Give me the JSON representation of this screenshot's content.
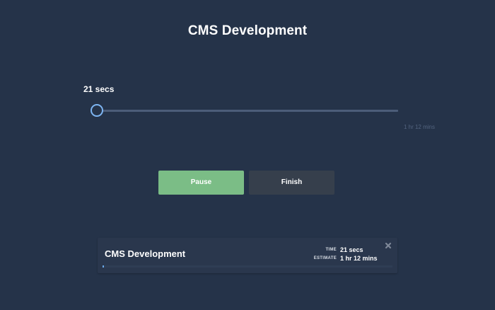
{
  "task": {
    "title": "CMS Development",
    "elapsed": "21 secs",
    "estimate": "1 hr 12 mins",
    "progress_fraction": 0.005
  },
  "controls": {
    "pause_label": "Pause",
    "finish_label": "Finish"
  },
  "card": {
    "title": "CMS Development",
    "time_key": "TIME",
    "time_value": "21 secs",
    "estimate_key": "ESTIMATE",
    "estimate_value": "1 hr 12 mins",
    "close_icon": "close-icon"
  },
  "colors": {
    "background": "#253349",
    "accent": "#6aa6e6",
    "pause_button": "#7bbd86",
    "finish_button": "#363f4c"
  }
}
